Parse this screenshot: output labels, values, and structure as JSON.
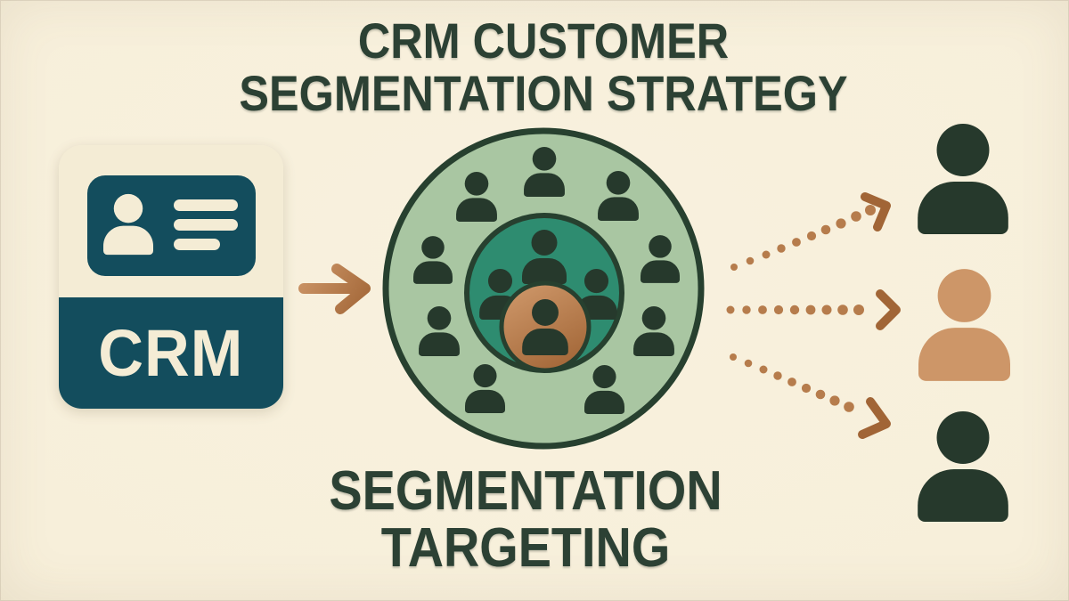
{
  "title": {
    "line1": "CRM CUSTOMER",
    "line2": "SEGMENTATION STRATEGY"
  },
  "crm_card": {
    "label": "CRM"
  },
  "footer": {
    "line1": "SEGMENTATION",
    "line2": "TARGETING"
  },
  "diagram": {
    "outer_segment_people_count": 9,
    "inner_segment_people_count": 3,
    "focus_person_count": 1,
    "audience_people_count": 3,
    "dotted_arrow_count": 3
  },
  "icons": {
    "crm_card": "contact-id-card-icon",
    "person": "person-silhouette-icon",
    "solid_arrow": "right-arrow-icon",
    "dotted_arrow": "dotted-arrow-icon"
  },
  "colors": {
    "background": "#f8f1de",
    "title_text": "#2c4134",
    "icon_dark": "#26392c",
    "card_teal": "#134d5d",
    "card_cream": "#f4ecd5",
    "outer_circle": "#a9c6a2",
    "inner_circle": "#2e8c70",
    "circle_outline": "#27402f",
    "copper": "#b67c4c",
    "copper_light": "#cd9668",
    "copper_dark": "#a16536"
  }
}
